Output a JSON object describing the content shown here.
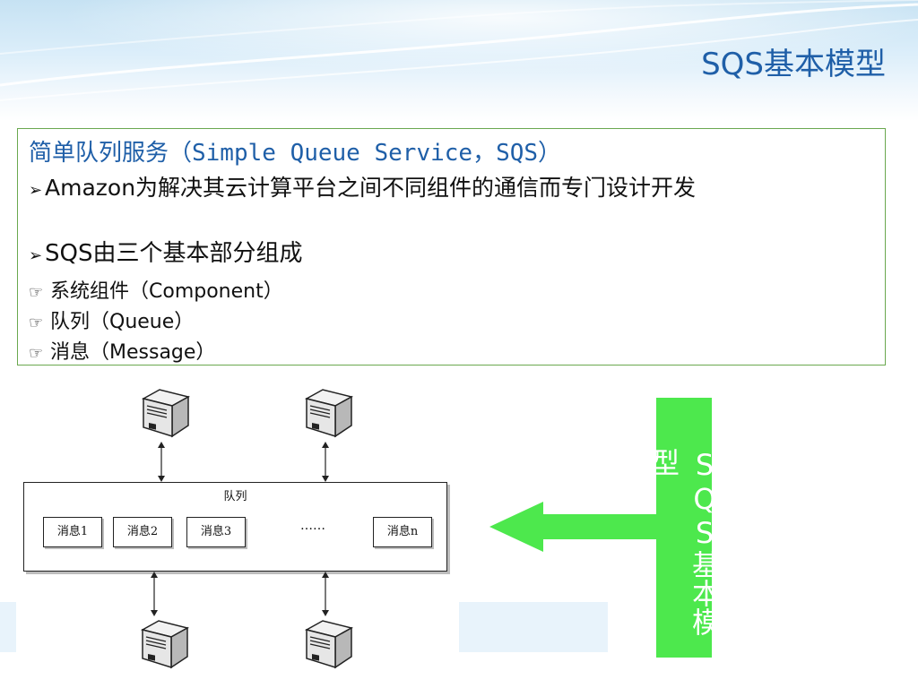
{
  "slide": {
    "title": "SQS基本模型"
  },
  "content": {
    "service_name": "简单队列服务（Simple Queue Service，SQS）",
    "amazon_line": "Amazon为解决其云计算平台之间不同组件的通信而专门设计开发",
    "parts_line": "SQS由三个基本部分组成",
    "components": [
      "系统组件（Component）",
      "队列（Queue）",
      "消息（Message）"
    ],
    "bullet_arrow": "➢",
    "bullet_hand": "☞"
  },
  "diagram": {
    "queue_label": "队列",
    "messages": [
      "消息1",
      "消息2",
      "消息3",
      "消息n"
    ],
    "ellipsis": "……",
    "server_icon": "server-icon",
    "arrow_color": "#4de84d"
  },
  "banner": {
    "label": "SQS基本模型",
    "background": "#4de84d"
  },
  "colors": {
    "title": "#1f5fa8",
    "box_border": "#6aa84f"
  }
}
